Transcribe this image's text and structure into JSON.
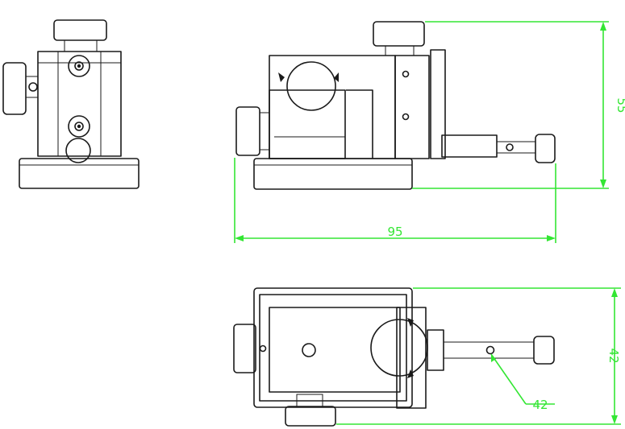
{
  "dimensions": {
    "height": "55",
    "length": "95",
    "width": "42",
    "hole": "42"
  },
  "colors": {
    "line": "#1a1a1a",
    "dimension": "#33e633",
    "background": "#ffffff"
  }
}
